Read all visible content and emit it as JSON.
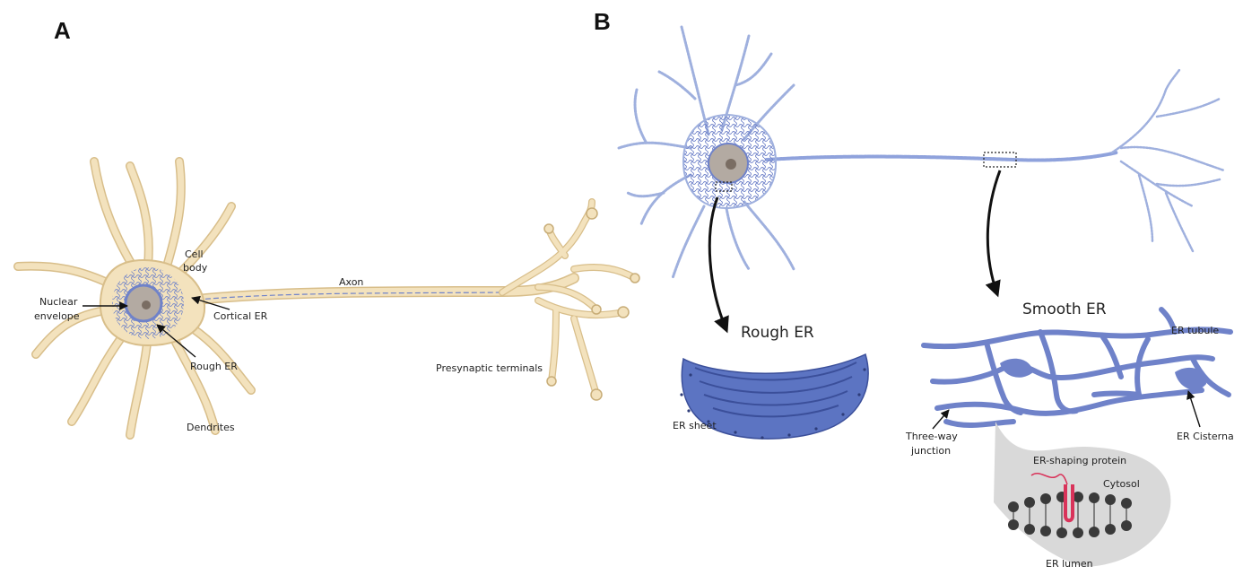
{
  "panels": {
    "a": {
      "letter": "A"
    },
    "b": {
      "letter": "B"
    }
  },
  "panel_a": {
    "labels": {
      "cell_body_line1": "Cell",
      "cell_body_line2": "body",
      "axon": "Axon",
      "nuclear_envelope_line1": "Nuclear",
      "nuclear_envelope_line2": "envelope",
      "cortical_er": "Cortical ER",
      "rough_er": "Rough ER",
      "presynaptic_terminals": "Presynaptic terminals",
      "dendrites": "Dendrites"
    }
  },
  "panel_b": {
    "labels": {
      "rough_er_title": "Rough ER",
      "smooth_er_title": "Smooth ER",
      "er_tubule": "ER tubule",
      "er_sheet": "ER sheet",
      "three_way_line1": "Three-way",
      "three_way_line2": "junction",
      "er_cisterna": "ER Cisterna",
      "er_shaping_protein": "ER-shaping protein",
      "cytosol": "Cytosol",
      "er_lumen": "ER lumen"
    }
  },
  "colors": {
    "neuron_fill": "#f3e2bd",
    "neuron_stroke": "#d8be8a",
    "nucleus": "#b3aaa2",
    "nucleolus": "#7a6d63",
    "er_blue": "#6f82c9",
    "er_blue_dark": "#4a5ea8",
    "inset_bg": "#d9d9d9",
    "protein": "#d9335a"
  }
}
